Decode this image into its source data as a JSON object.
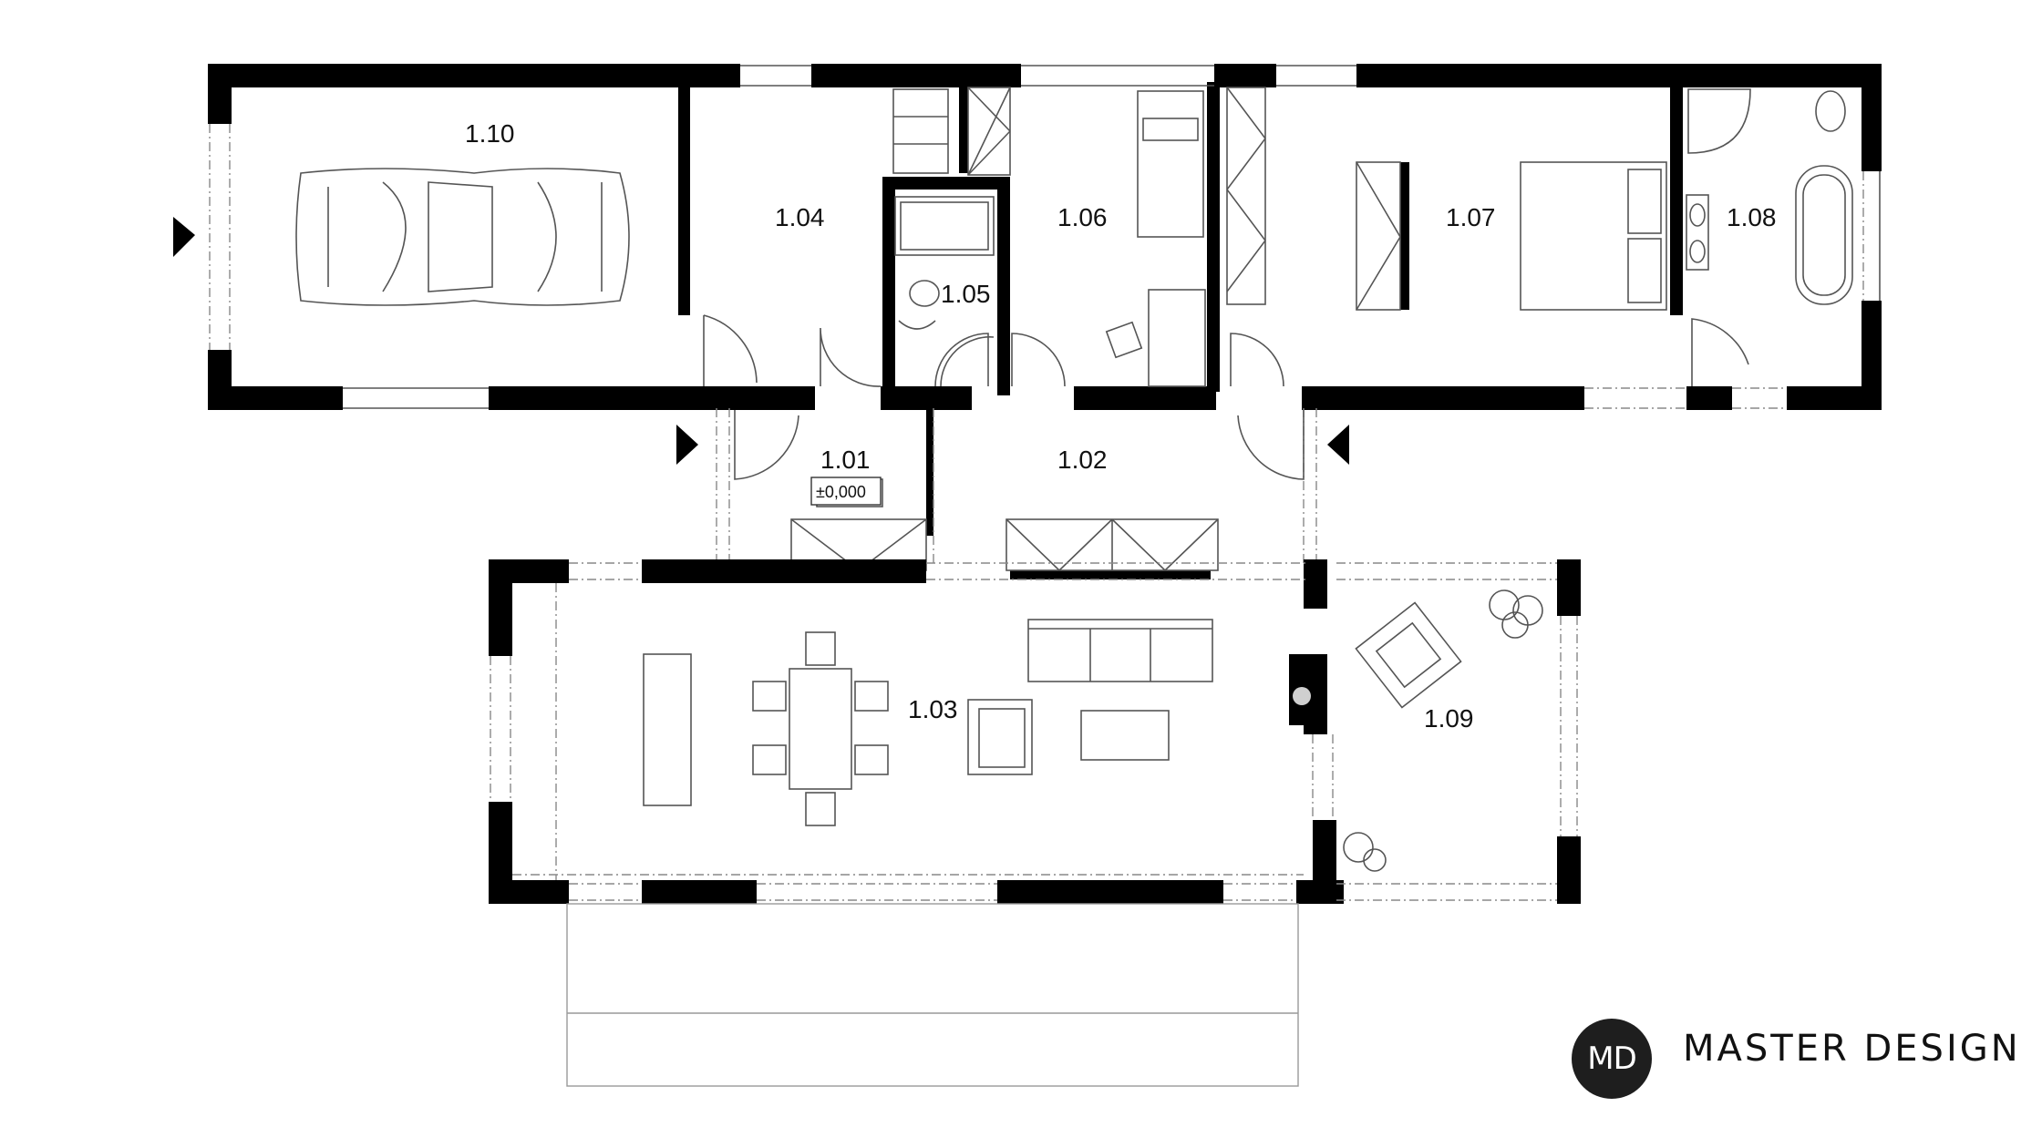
{
  "rooms": {
    "r110": "1.10",
    "r104": "1.04",
    "r105": "1.05",
    "r106": "1.06",
    "r107": "1.07",
    "r108": "1.08",
    "r101": "1.01",
    "r102": "1.02",
    "r103": "1.03",
    "r109": "1.09"
  },
  "level_mark": "±0,000",
  "brand": {
    "logo_text": "MD",
    "name": "MASTER DESIGN"
  }
}
